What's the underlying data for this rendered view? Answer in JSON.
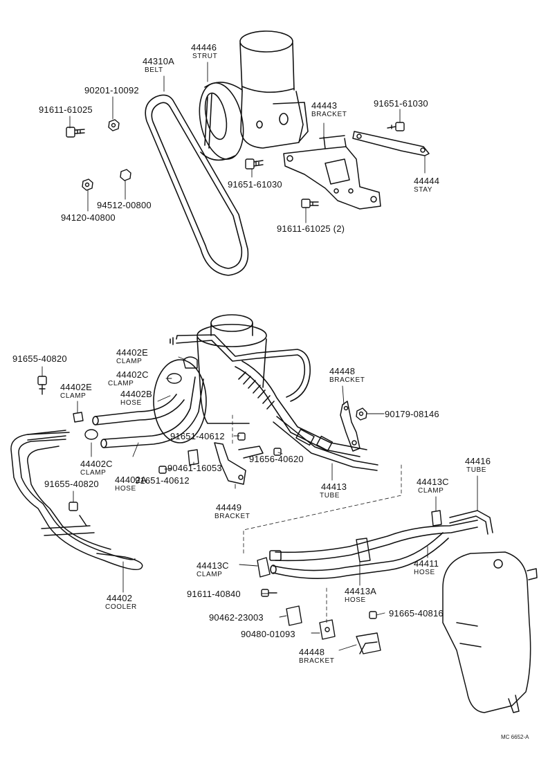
{
  "colors": {
    "ink": "#111111",
    "paper": "#ffffff"
  },
  "labels": {
    "belt_pn": "44310A",
    "belt_nm": "BELT",
    "strut_pn": "44446",
    "strut_nm": "STRUT",
    "p90201": "90201-10092",
    "p91611a": "91611-61025",
    "bracket_top_pn": "44443",
    "bracket_top_nm": "BRACKET",
    "p91651a": "91651-61030",
    "p91651b": "91651-61030",
    "stay_pn": "44444",
    "stay_nm": "STAY",
    "p94512": "94512-00800",
    "p94120": "94120-40800",
    "p91611b": "91611-61025 (2)",
    "p91655a": "91655-40820",
    "clamp_e1_pn": "44402E",
    "clamp_e1_nm": "CLAMP",
    "clamp_c1_pn": "44402C",
    "clamp_c1_nm": "CLAMP",
    "hose_b_pn": "44402B",
    "hose_b_nm": "HOSE",
    "clamp_e2_pn": "44402E",
    "clamp_e2_nm": "CLAMP",
    "bracket_r_pn": "44448",
    "bracket_r_nm": "BRACKET",
    "p90179": "90179-08146",
    "p91651c": "91651-40612",
    "clamp_c2_pn": "44402C",
    "clamp_c2_nm": "CLAMP",
    "p91655b": "91655-40820",
    "hose_a_pn": "44402A",
    "hose_a_nm": "HOSE",
    "p90461": "90461-16053",
    "p91656": "91656-40620",
    "p91651d": "91651-40612",
    "bracket_m_pn": "44449",
    "bracket_m_nm": "BRACKET",
    "tube_pn": "44413",
    "tube_nm": "TUBE",
    "tube2_pn": "44416",
    "tube2_nm": "TUBE",
    "clamp_13c_r_pn": "44413C",
    "clamp_13c_r_nm": "CLAMP",
    "hose_11_pn": "44411",
    "hose_11_nm": "HOSE",
    "clamp_13c_l_pn": "44413C",
    "clamp_13c_l_nm": "CLAMP",
    "hose_13a_pn": "44413A",
    "hose_13a_nm": "HOSE",
    "p91611c": "91611-40840",
    "p90462": "90462-23003",
    "p91665": "91665-40816",
    "p90480": "90480-01093",
    "bracket_b_pn": "44448",
    "bracket_b_nm": "BRACKET",
    "cooler_pn": "44402",
    "cooler_nm": "COOLER",
    "code": "MC 6652-A"
  }
}
